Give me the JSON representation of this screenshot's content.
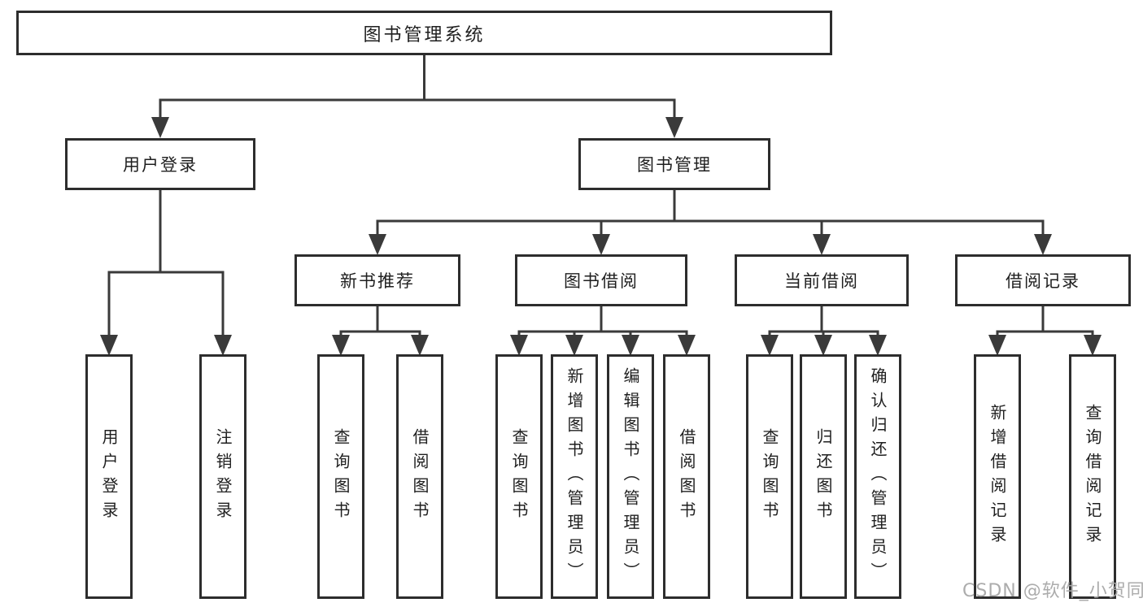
{
  "diagram": {
    "type": "hierarchy-tree",
    "root": {
      "label": "图书管理系统"
    },
    "branches": [
      {
        "label": "用户登录",
        "children": [
          {
            "label": "用户登录"
          },
          {
            "label": "注销登录"
          }
        ]
      },
      {
        "label": "图书管理",
        "children": [
          {
            "label": "新书推荐",
            "children": [
              {
                "label": "查询图书"
              },
              {
                "label": "借阅图书"
              }
            ]
          },
          {
            "label": "图书借阅",
            "children": [
              {
                "label": "查询图书"
              },
              {
                "label": "新增图书（管理员）"
              },
              {
                "label": "编辑图书（管理员）"
              },
              {
                "label": "借阅图书"
              }
            ]
          },
          {
            "label": "当前借阅",
            "children": [
              {
                "label": "查询图书"
              },
              {
                "label": "归还图书"
              },
              {
                "label": "确认归还（管理员）"
              }
            ]
          },
          {
            "label": "借阅记录",
            "children": [
              {
                "label": "新增借阅记录"
              },
              {
                "label": "查询借阅记录"
              }
            ]
          }
        ]
      }
    ]
  },
  "watermark": {
    "text": "CSDN @软件_小贺同学"
  },
  "colors": {
    "background": "#ffffff",
    "box_border": "#2d2d2d",
    "connector_line": "#3a3a3a",
    "text": "#1f1f1f",
    "watermark_text": "#a8a8a8"
  }
}
